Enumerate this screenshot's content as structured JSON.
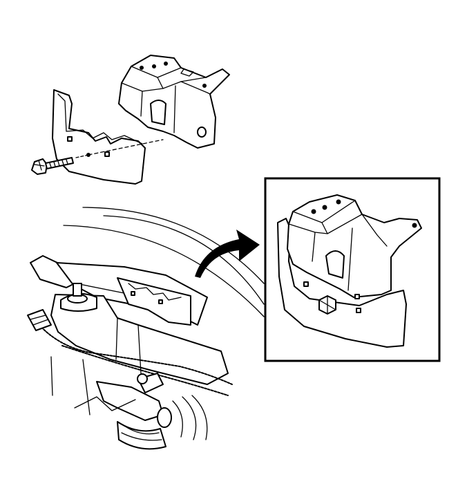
{
  "figure": {
    "components": {
      "bracket": "mounting-bracket",
      "shield": "heat-shield",
      "fastener": "bolt",
      "context": "engine-compartment",
      "detail": "detail-view",
      "pointer": "callout-arrow"
    },
    "colors": {
      "line": "#000000",
      "background": "#ffffff"
    }
  }
}
